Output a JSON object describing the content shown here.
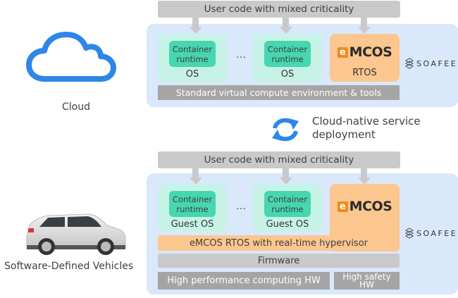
{
  "top": {
    "user_code_label": "User code with mixed criticality",
    "containers": [
      {
        "runtime_label": "Container\nruntime",
        "os_label": "OS"
      },
      {
        "runtime_label": "Container\nruntime",
        "os_label": "OS"
      }
    ],
    "ellipsis": "…",
    "rtos": {
      "brand_e": "e",
      "brand_name": "MCOS",
      "label": "RTOS"
    },
    "base_label": "Standard virtual compute environment & tools",
    "soafee_label": "SOAFEE"
  },
  "cloud": {
    "icon": "cloud-icon",
    "label": "Cloud"
  },
  "deployment": {
    "icon": "sync-arrows-icon",
    "line1": "Cloud-native service",
    "line2": "deployment"
  },
  "bottom": {
    "user_code_label": "User code with mixed criticality",
    "containers": [
      {
        "runtime_label": "Container\nruntime",
        "os_label": "Guest OS"
      },
      {
        "runtime_label": "Container\nruntime",
        "os_label": "Guest OS"
      }
    ],
    "ellipsis": "…",
    "rtos": {
      "brand_e": "e",
      "brand_name": "MCOS"
    },
    "hypervisor_label": "eMCOS RTOS with real-time hypervisor",
    "firmware_label": "Firmware",
    "hpc_label": "High performance computing HW",
    "safety_label": "High safety HW",
    "soafee_label": "SOAFEE"
  },
  "vehicle": {
    "icon": "car-icon",
    "label": "Software-Defined Vehicles"
  },
  "colors": {
    "panel": "#d9e8fb",
    "container_bg": "#c6f3e6",
    "runtime": "#46d6b0",
    "rtos": "#fcc68f",
    "gray_bar": "#c9c9c9",
    "dark_bar": "#a5a5a5",
    "accent_blue": "#2e86e8",
    "emcos_orange": "#f08a1c"
  }
}
